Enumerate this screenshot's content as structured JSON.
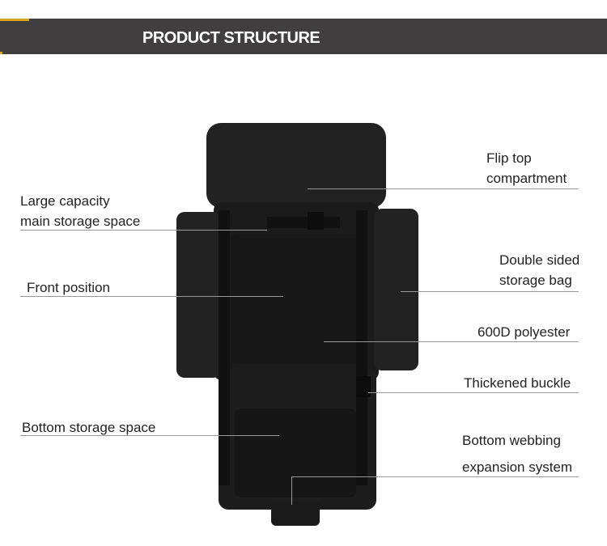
{
  "header": {
    "title": "PRODUCT STRUCTURE"
  },
  "labels": {
    "large_capacity": [
      "Large capacity",
      "main storage space"
    ],
    "front_position": "Front position",
    "bottom_storage": "Bottom storage space",
    "flip_top": [
      "Flip top",
      "compartment"
    ],
    "double_sided": [
      "Double sided",
      "storage bag"
    ],
    "polyester": "600D polyester",
    "buckle": "Thickened buckle",
    "webbing": [
      "Bottom webbing",
      "expansion system"
    ]
  },
  "colors": {
    "header_bg": "#403e3e",
    "accent": "#d9a521",
    "bag": "#1b1b1b"
  }
}
